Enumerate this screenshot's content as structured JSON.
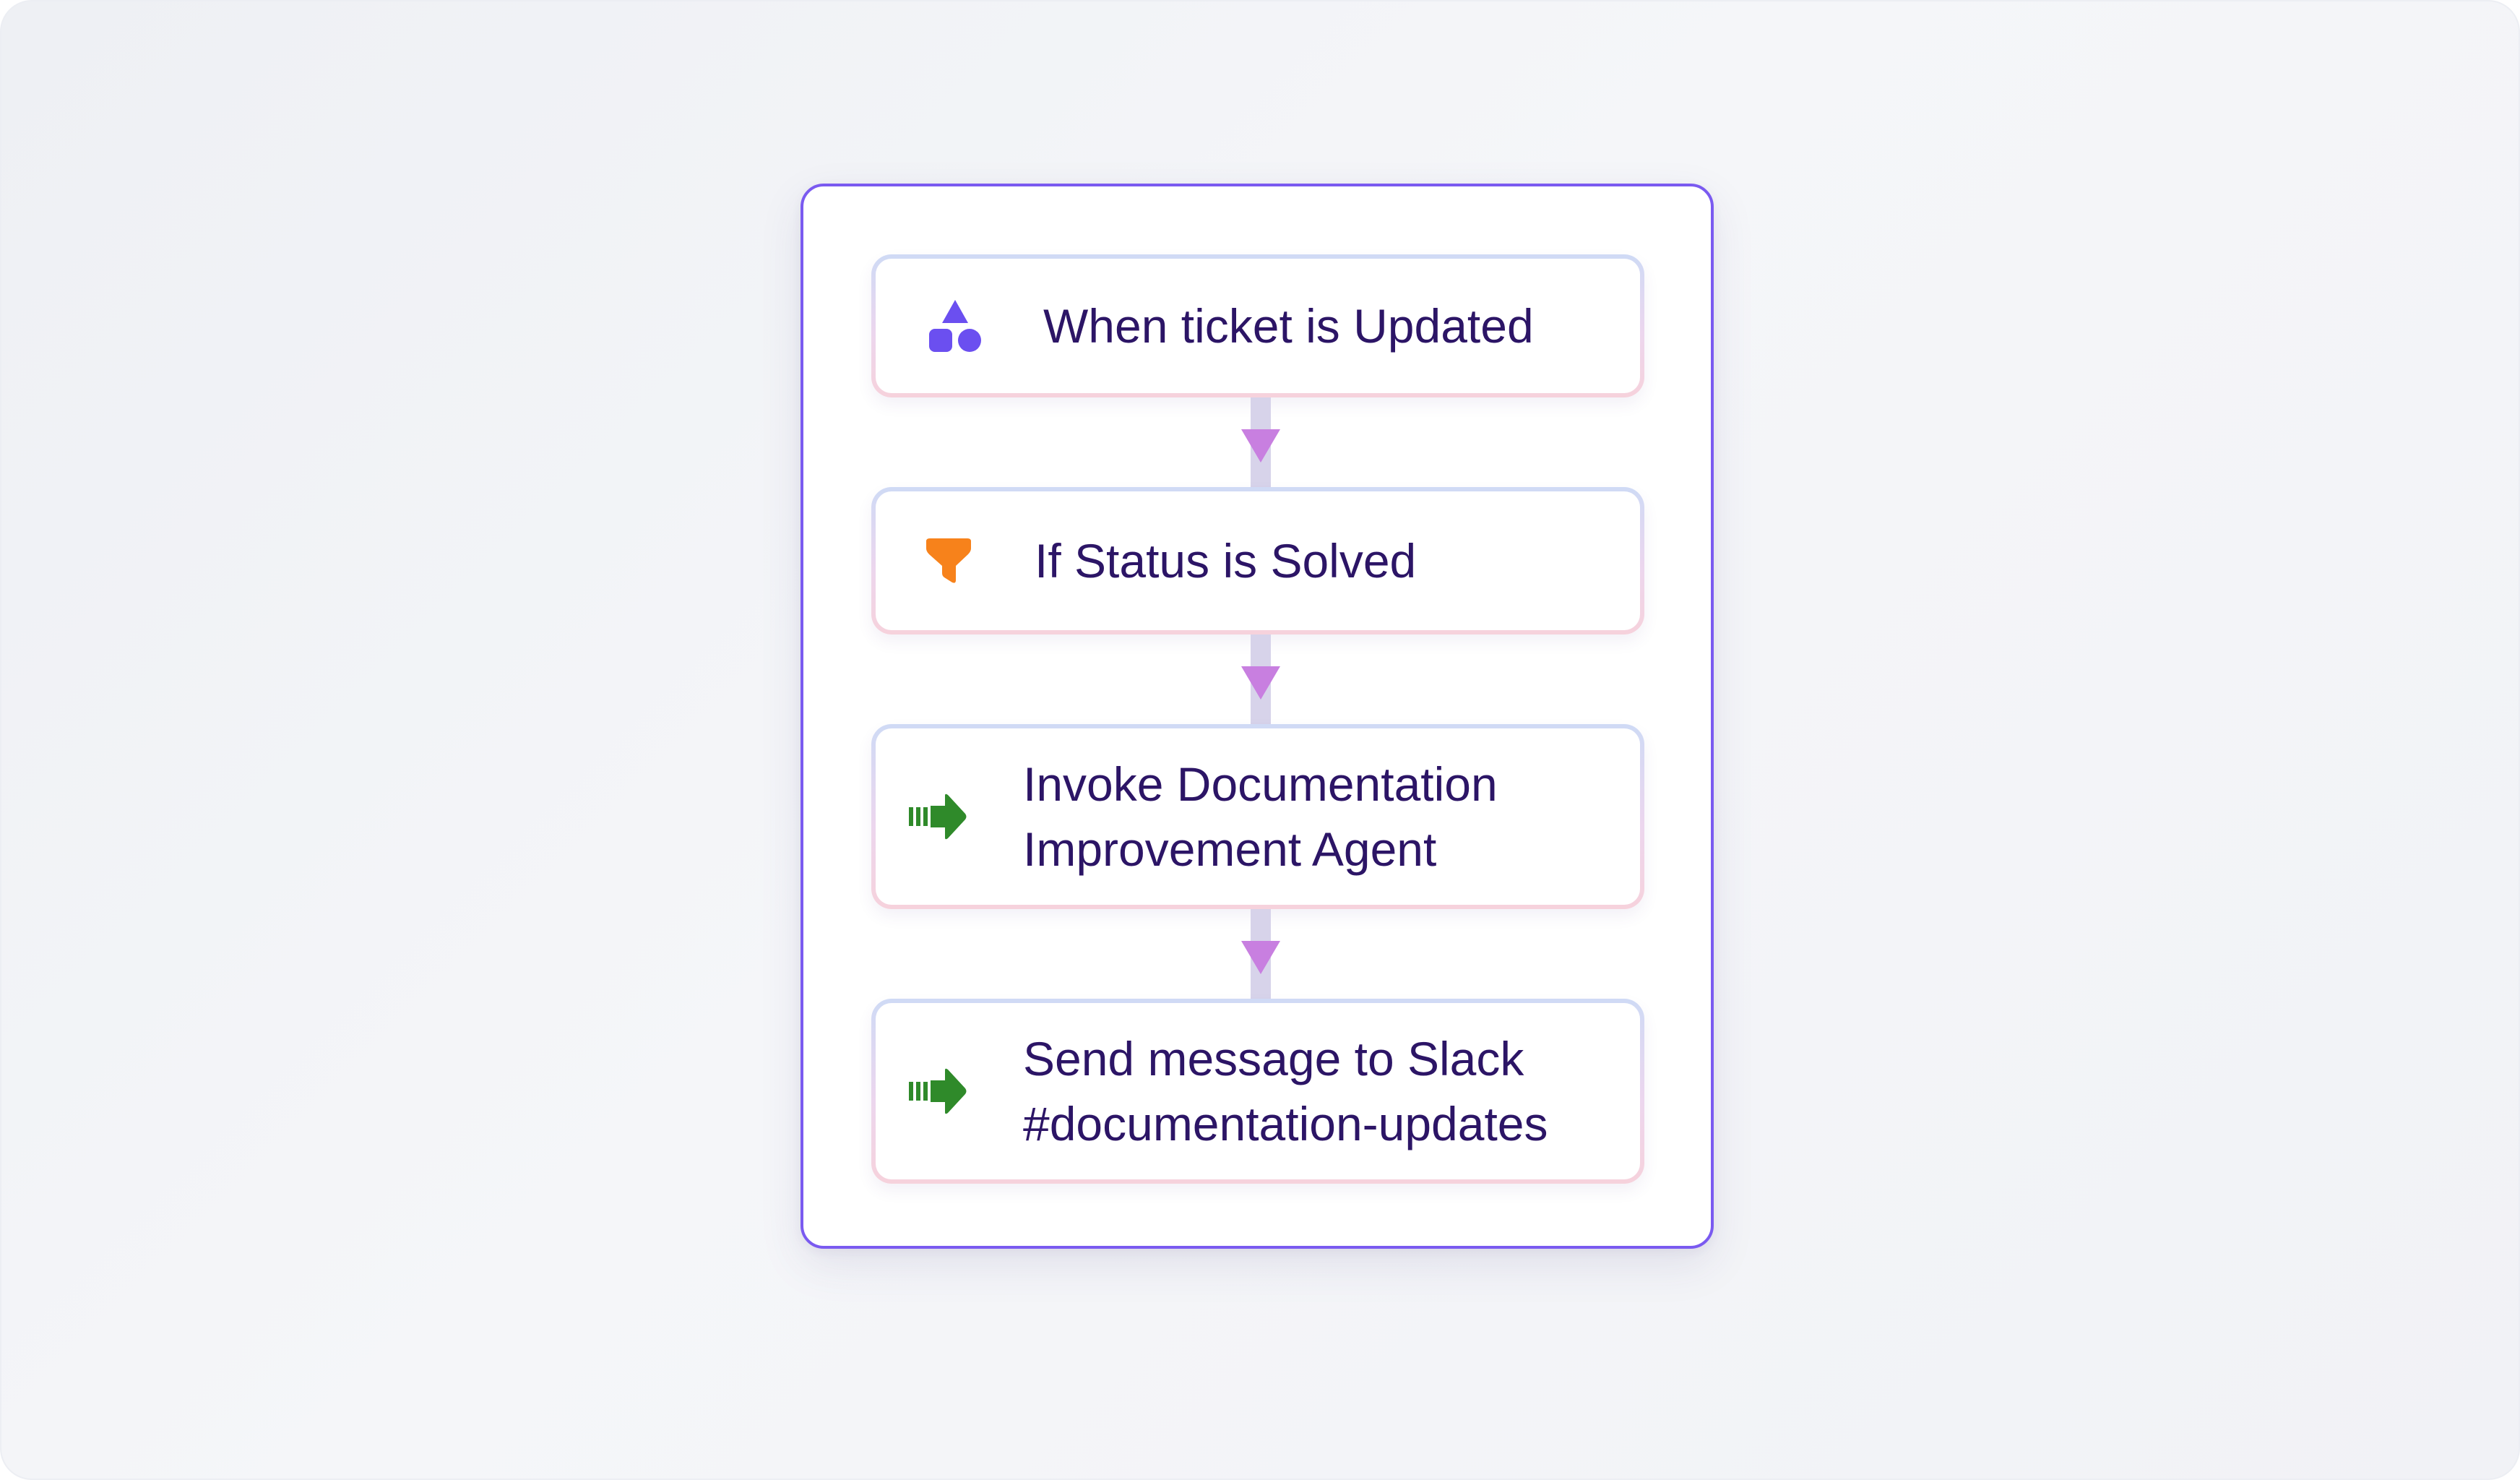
{
  "colors": {
    "panel_border": "#7a5af0",
    "text": "#2c1566",
    "arrow": "#c87fe0",
    "connector": "#d7d3ea",
    "trigger_icon": "#6b4ff0",
    "filter_icon": "#f7821b",
    "action_icon": "#2f8a2a"
  },
  "workflow": {
    "steps": [
      {
        "label": "When ticket is Updated",
        "icon": "shapes-trigger-icon"
      },
      {
        "label": "If Status is Solved",
        "icon": "filter-funnel-icon"
      },
      {
        "label": "Invoke Documentation\nImprovement Agent",
        "icon": "action-arrow-icon"
      },
      {
        "label": "Send message to Slack\n#documentation-updates",
        "icon": "action-arrow-icon"
      }
    ]
  }
}
